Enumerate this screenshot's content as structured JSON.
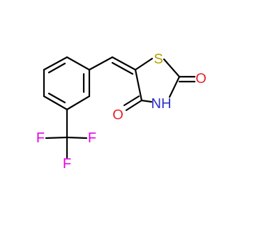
{
  "molecule": {
    "atoms": {
      "sulfur": {
        "symbol": "S",
        "color": "#b3a100"
      },
      "oxygen_c2": {
        "symbol": "O",
        "color": "#e8202a"
      },
      "oxygen_c4": {
        "symbol": "O",
        "color": "#e8202a"
      },
      "nitrogen": {
        "symbol": "NH",
        "color": "#2d2fc9"
      },
      "fluorine_left": {
        "symbol": "F",
        "color": "#e600e6"
      },
      "fluorine_right": {
        "symbol": "F",
        "color": "#e600e6"
      },
      "fluorine_bottom": {
        "symbol": "F",
        "color": "#e600e6"
      }
    },
    "bond_color": "#000000"
  }
}
